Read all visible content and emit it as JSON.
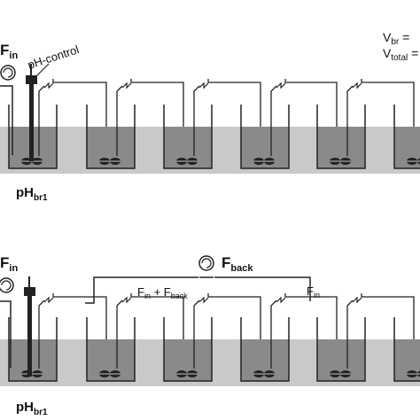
{
  "top_system": {
    "flow_label": {
      "main": "F",
      "sub": "in"
    },
    "ph_control_label": "pH-control",
    "ph_label": {
      "main": "pH",
      "sub": "br1"
    },
    "legend": [
      {
        "main": "V",
        "sub": "br",
        "suffix": " ="
      },
      {
        "main": "V",
        "sub": "total",
        "suffix": " ="
      }
    ]
  },
  "bottom_system": {
    "flow_label": {
      "main": "F",
      "sub": "in"
    },
    "back_label": {
      "main": "F",
      "sub": "back"
    },
    "mix_label": {
      "f1": "F",
      "s1": "in",
      "plus": " + F",
      "s2": "back"
    },
    "fin_label": {
      "main": "F",
      "sub": "in"
    },
    "ph_label": {
      "main": "pH",
      "sub": "br1"
    }
  },
  "colors": {
    "bath": "#c9c9c9",
    "liquid": "#8a8a8a",
    "line": "#222222"
  }
}
